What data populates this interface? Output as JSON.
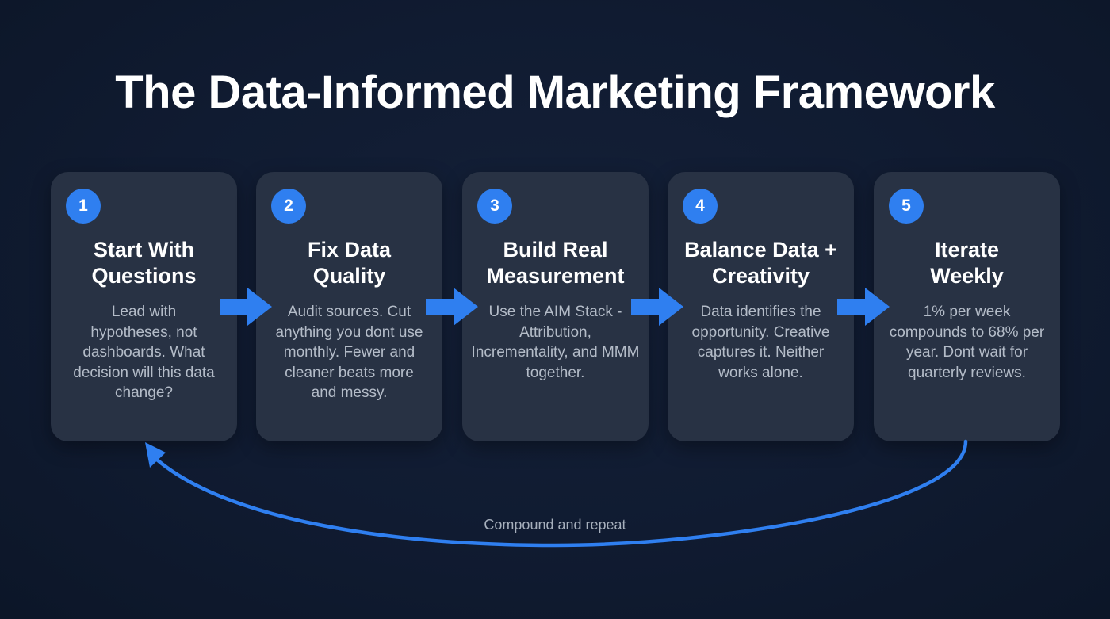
{
  "title": "The Data-Informed Marketing Framework",
  "colors": {
    "background": "#101b31",
    "card": "#283244",
    "accent": "#2f7ff0",
    "title_text": "#ffffff",
    "body_text": "#b4bcc8"
  },
  "steps": [
    {
      "number": "1",
      "title": "Start With Questions",
      "body": "Lead with hypotheses, not dashboards. What decision will this data change?"
    },
    {
      "number": "2",
      "title": "Fix Data Quality",
      "body": "Audit sources. Cut anything you dont use monthly. Fewer and cleaner beats more and messy."
    },
    {
      "number": "3",
      "title": "Build Real Measurement",
      "body": "Use the AIM Stack - Attribution, Incrementality, and MMM together."
    },
    {
      "number": "4",
      "title": "Balance Data + Creativity",
      "body": "Data identifies the opportunity. Creative captures it. Neither works alone."
    },
    {
      "number": "5",
      "title": "Iterate Weekly",
      "body": "1% per week compounds to 68% per year. Dont wait for quarterly reviews."
    }
  ],
  "connectors": [
    {
      "from": "1",
      "to": "2",
      "icon": "right-arrow-icon"
    },
    {
      "from": "2",
      "to": "3",
      "icon": "right-arrow-icon"
    },
    {
      "from": "3",
      "to": "4",
      "icon": "right-arrow-icon"
    },
    {
      "from": "4",
      "to": "5",
      "icon": "right-arrow-icon"
    }
  ],
  "loop": {
    "from": "5",
    "to": "1",
    "label": "Compound and repeat",
    "icon": "curved-loop-arrow-icon"
  }
}
